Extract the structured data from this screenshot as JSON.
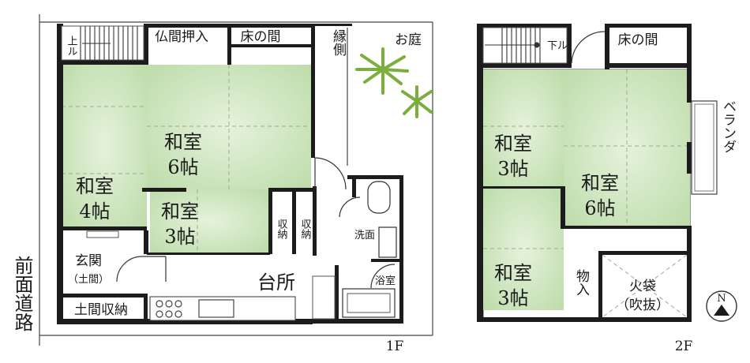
{
  "floor1": {
    "label": "1F",
    "rooms": {
      "washitsu6": {
        "name": "和室",
        "size": "6帖"
      },
      "washitsu4": {
        "name": "和室",
        "size": "4帖"
      },
      "washitsu3": {
        "name": "和室",
        "size": "3帖"
      },
      "butsuma": "仏間押入",
      "tokonoma": "床の間",
      "engawa": "縁側",
      "garden": "お庭",
      "genkan": "玄関",
      "doma": "（土間）",
      "doma_storage": "土間収納",
      "kitchen": "台所",
      "storage1": "収納",
      "storage2": "収納",
      "washroom": "洗面",
      "bath": "浴室"
    },
    "stairs_up": "上ル"
  },
  "floor2": {
    "label": "2F",
    "rooms": {
      "washitsu3a": {
        "name": "和室",
        "size": "3帖"
      },
      "washitsu6": {
        "name": "和室",
        "size": "6帖"
      },
      "washitsu3b": {
        "name": "和室",
        "size": "3帖"
      },
      "tokonoma": "床の間",
      "veranda": "ベランダ",
      "closet": "物入",
      "hibukuro": "火袋",
      "fukinuke": "（吹抜）"
    },
    "stairs_down": "下ル"
  },
  "road": "前面道路",
  "compass": "N",
  "colors": {
    "tatami": "#cfe6bf",
    "wall": "#1c1c1c"
  }
}
